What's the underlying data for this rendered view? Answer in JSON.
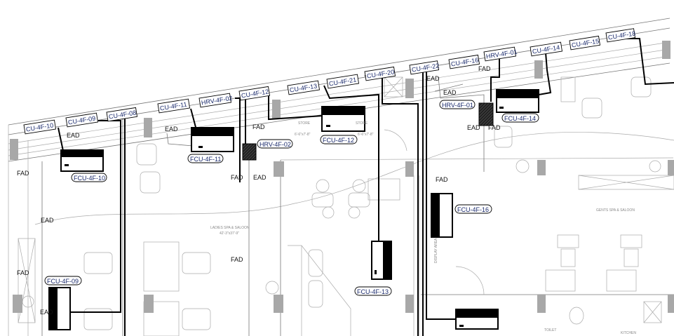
{
  "drawing": {
    "condensing_units": [
      "CU-4F-10",
      "CU-4F-09",
      "CU-4F-08",
      "CU-4F-11",
      "HRV-4F-02",
      "CU-4F-12",
      "CU-4F-13",
      "CU-4F-21",
      "CU-4F-20",
      "CU-4F-22",
      "CU-4F-16",
      "HRV-4F-01",
      "CU-4F-14",
      "CU-4F-15",
      "CU-4F-18"
    ],
    "unit_tags": [
      "FCU-4F-10",
      "FCU-4F-11",
      "HRV-4F-02",
      "FCU-4F-12",
      "HRV-4F-01",
      "FCU-4F-14",
      "FCU-4F-16",
      "FCU-4F-09",
      "FCU-4F-13"
    ],
    "duct_labels": [
      "FAD",
      "EAD",
      "FAD",
      "EAD",
      "EAD",
      "EAD",
      "FAD",
      "FAD",
      "EAD",
      "FAD",
      "EAD",
      "EAD",
      "EAD",
      "FAD",
      "FAD",
      "FAD"
    ],
    "rooms": {
      "ladies_name": "LADIES SPA & SALOON",
      "ladies_size": "42'-3\"x37'-9\"",
      "store_1": "STORE",
      "store_1_size": "6'-6\"x7'-8\"",
      "store_2": "STORE",
      "store_2_size": "6'-6\"x7'-8\"",
      "gents_name": "GENTS SPA & SALOON",
      "display": "DISPLAY AREA",
      "toilet": "TOILET",
      "kitchen": "KITCHEN"
    },
    "colors": {
      "line": "#000000",
      "tag_text": "#1a2a6c",
      "column": "#a8a8a8",
      "furniture": "#aaaaaa"
    }
  }
}
